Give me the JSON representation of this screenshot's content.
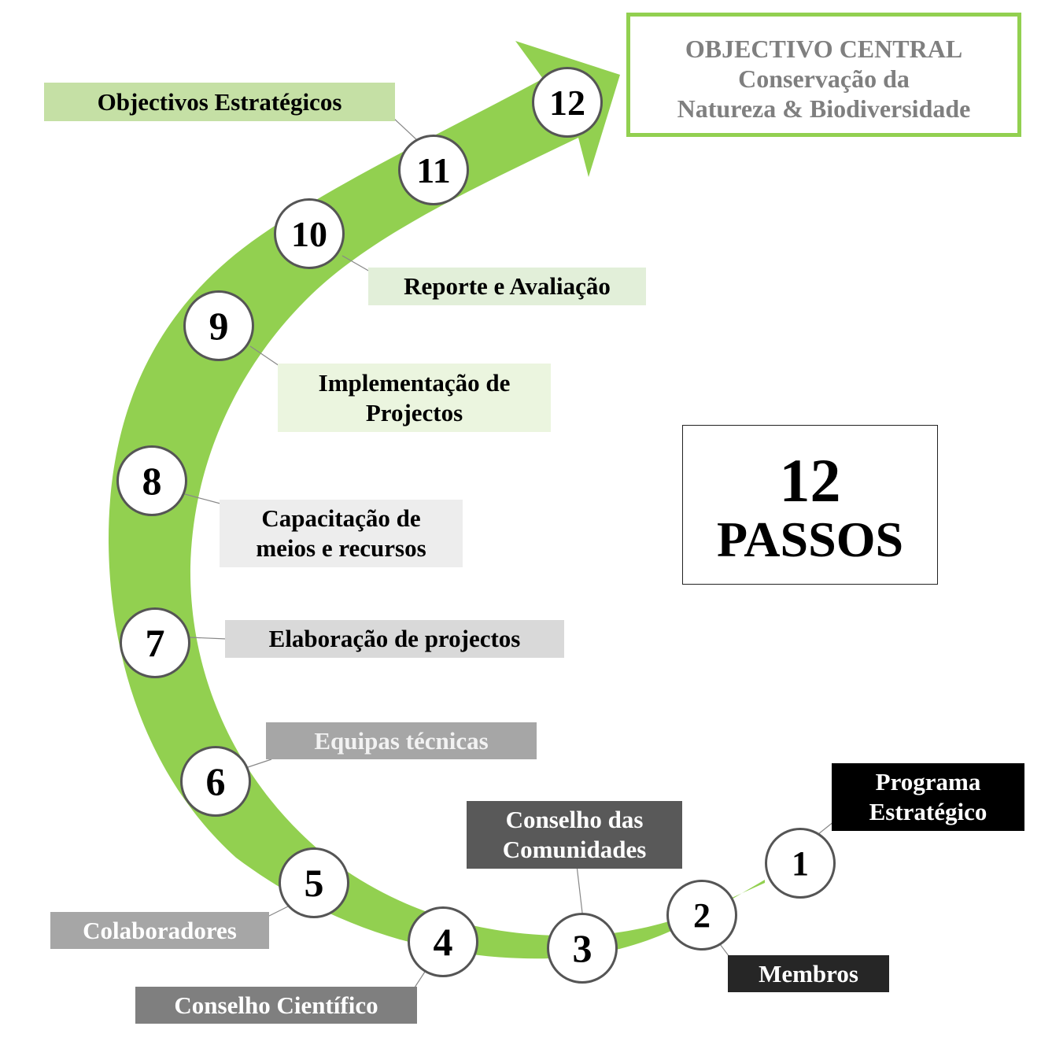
{
  "central_objective": {
    "title": "OBJECTIVO CENTRAL",
    "line1": "Conservação da",
    "line2": "Natureza & Biodiversidade"
  },
  "summary": {
    "number": "12",
    "label": "PASSOS"
  },
  "colors": {
    "arrow": "#92d050",
    "border": "#555555"
  },
  "steps": [
    {
      "number": "1",
      "label": "Programa Estratégico"
    },
    {
      "number": "2",
      "label": "Membros"
    },
    {
      "number": "3",
      "label": "Conselho das Comunidades"
    },
    {
      "number": "4",
      "label": "Conselho Científico"
    },
    {
      "number": "5",
      "label": "Colaboradores"
    },
    {
      "number": "6",
      "label": "Equipas técnicas"
    },
    {
      "number": "7",
      "label": "Elaboração de projectos"
    },
    {
      "number": "8",
      "label": "Capacitação de meios e recursos"
    },
    {
      "number": "9",
      "label": "Implementação de Projectos"
    },
    {
      "number": "10",
      "label": "Reporte e Avaliação"
    },
    {
      "number": "11",
      "label": "Objectivos Estratégicos"
    },
    {
      "number": "12",
      "label": ""
    }
  ]
}
